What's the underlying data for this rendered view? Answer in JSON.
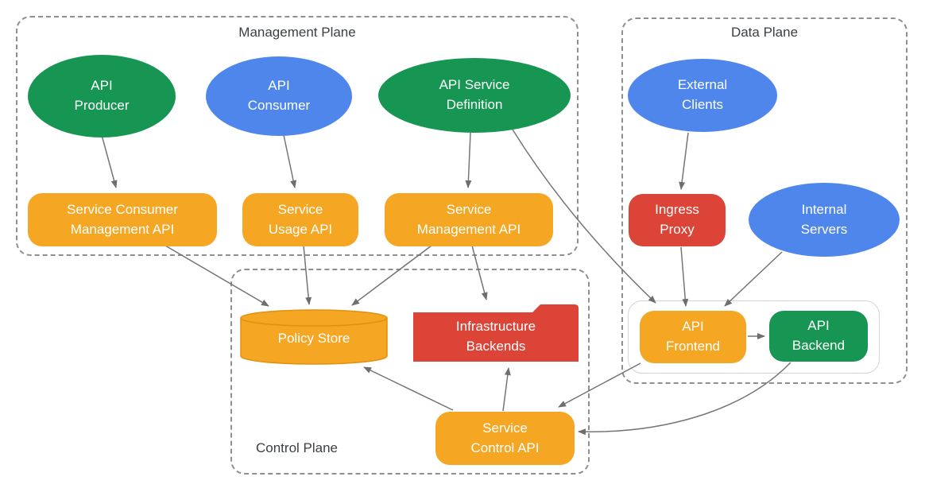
{
  "title": "Service Infrastructure architecture diagram",
  "colors": {
    "green": "#179552",
    "blue": "#4e86ec",
    "orange": "#f5a623",
    "red": "#db4437",
    "arrow": "#757575",
    "border": "#8f8f8f",
    "label": "#3c4043"
  },
  "planes": {
    "management": {
      "label": "Management Plane"
    },
    "data": {
      "label": "Data Plane"
    },
    "control": {
      "label": "Control Plane"
    }
  },
  "nodes": {
    "api_producer": {
      "label": "API\nProducer",
      "shape": "ellipse",
      "color": "green"
    },
    "api_consumer": {
      "label": "API\nConsumer",
      "shape": "ellipse",
      "color": "blue"
    },
    "api_service_definition": {
      "label": "API Service\nDefinition",
      "shape": "ellipse",
      "color": "green"
    },
    "external_clients": {
      "label": "External\nClients",
      "shape": "ellipse",
      "color": "blue"
    },
    "internal_servers": {
      "label": "Internal\nServers",
      "shape": "ellipse",
      "color": "blue"
    },
    "service_consumer_management_api": {
      "label": "Service Consumer\nManagement API",
      "shape": "rounded-rect",
      "color": "orange"
    },
    "service_usage_api": {
      "label": "Service\nUsage API",
      "shape": "rounded-rect",
      "color": "orange"
    },
    "service_management_api": {
      "label": "Service\nManagement API",
      "shape": "rounded-rect",
      "color": "orange"
    },
    "ingress_proxy": {
      "label": "Ingress\nProxy",
      "shape": "rounded-rect",
      "color": "red"
    },
    "api_frontend": {
      "label": "API\nFrontend",
      "shape": "rounded-rect",
      "color": "orange"
    },
    "api_backend": {
      "label": "API\nBackend",
      "shape": "rounded-rect",
      "color": "green"
    },
    "policy_store": {
      "label": "Policy Store",
      "shape": "cylinder",
      "color": "orange"
    },
    "infrastructure_backends": {
      "label": "Infrastructure\nBackends",
      "shape": "folder",
      "color": "red"
    },
    "service_control_api": {
      "label": "Service\nControl API",
      "shape": "rounded-rect",
      "color": "orange"
    }
  },
  "edges": [
    {
      "from": "API Producer",
      "to": "Service Consumer Management API"
    },
    {
      "from": "API Consumer",
      "to": "Service Usage API"
    },
    {
      "from": "API Service Definition",
      "to": "Service Management API"
    },
    {
      "from": "API Service Definition",
      "to": "API Frontend"
    },
    {
      "from": "Service Consumer Management API",
      "to": "Policy Store"
    },
    {
      "from": "Service Usage API",
      "to": "Policy Store"
    },
    {
      "from": "Service Management API",
      "to": "Policy Store"
    },
    {
      "from": "Service Management API",
      "to": "Infrastructure Backends"
    },
    {
      "from": "External Clients",
      "to": "Ingress Proxy"
    },
    {
      "from": "Ingress Proxy",
      "to": "API Frontend"
    },
    {
      "from": "Internal Servers",
      "to": "API Frontend"
    },
    {
      "from": "API Frontend",
      "to": "API Backend"
    },
    {
      "from": "API Frontend",
      "to": "Service Control API"
    },
    {
      "from": "API Backend",
      "to": "Service Control API"
    },
    {
      "from": "Service Control API",
      "to": "Policy Store"
    },
    {
      "from": "Service Control API",
      "to": "Infrastructure Backends"
    }
  ]
}
